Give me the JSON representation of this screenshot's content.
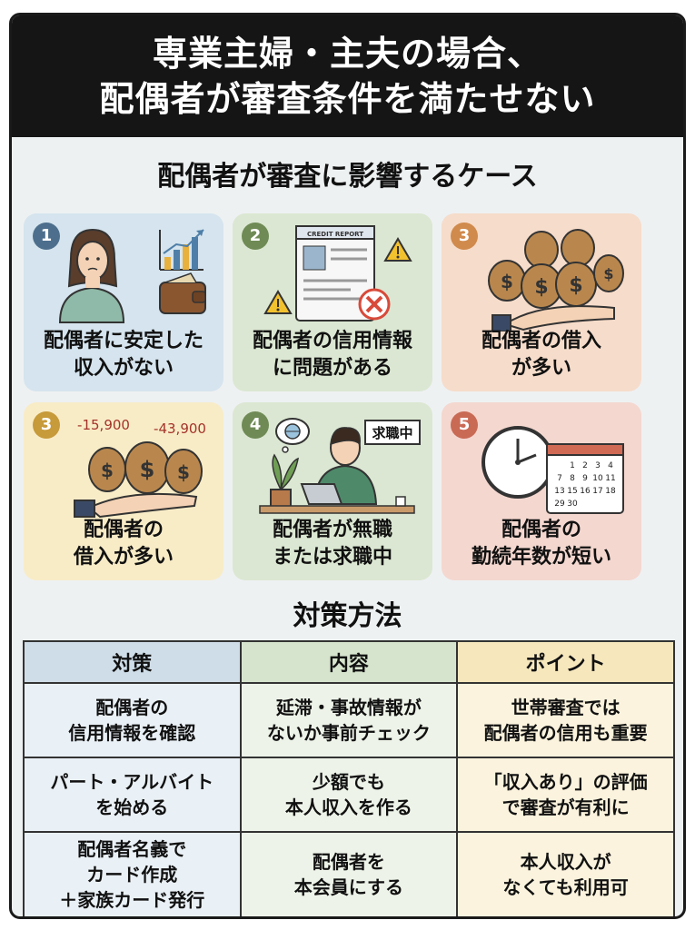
{
  "header": {
    "line1": "専業主婦・主夫の場合、",
    "line2": "配偶者が審査条件を満たせない"
  },
  "cases_section": {
    "title": "配偶者が審査に影響するケース",
    "cards": [
      {
        "badge": "1",
        "label_lines": [
          "配偶者に安定した",
          "収入がない"
        ],
        "color": "#d5e4ee"
      },
      {
        "badge": "2",
        "label_lines": [
          "配偶者の信用情報",
          "に問題がある"
        ],
        "illustration_text": "CREDIT REPORT",
        "color": "#dbe7d2"
      },
      {
        "badge": "3",
        "label_lines": [
          "配偶者の借入",
          "が多い"
        ],
        "color": "#f6dcca"
      },
      {
        "badge": "3",
        "label_lines": [
          "配偶者の",
          "借入が多い"
        ],
        "illustration_text": [
          "-15,900",
          "-43,900"
        ],
        "color": "#f8ecc7"
      },
      {
        "badge": "4",
        "label_lines": [
          "配偶者が無職",
          "または求職中"
        ],
        "illustration_text": "求職中",
        "color": "#dbe7d2"
      },
      {
        "badge": "5",
        "label_lines": [
          "配偶者の",
          "勤続年数が短い"
        ],
        "calendar_numbers": [
          [
            "1",
            "2",
            "3",
            "4"
          ],
          [
            "7",
            "8",
            "9",
            "10",
            "11"
          ],
          [
            "13",
            "15",
            "16",
            "17",
            "18"
          ],
          [
            "29",
            "30"
          ]
        ],
        "color": "#f4d7cf"
      }
    ]
  },
  "measures_section": {
    "title": "対策方法",
    "headers": [
      "対策",
      "内容",
      "ポイント"
    ],
    "rows": [
      {
        "measure": [
          "配偶者の",
          "信用情報を確認"
        ],
        "content": [
          "延滞・事故情報が",
          "ないか事前チェック"
        ],
        "point": [
          "世帯審査では",
          "配偶者の信用も重要"
        ]
      },
      {
        "measure": [
          "パート・アルバイト",
          "を始める"
        ],
        "content": [
          "少額でも",
          "本人収入を作る"
        ],
        "point": [
          "「収入あり」の評価",
          "で審査が有利に"
        ]
      },
      {
        "measure": [
          "配偶者名義で",
          "カード作成",
          "＋家族カード発行"
        ],
        "content": [
          "配偶者を",
          "本会員にする"
        ],
        "point": [
          "本人収入が",
          "なくても利用可"
        ]
      }
    ]
  },
  "icons": [
    "woman-icon",
    "wallet-icon",
    "bar-chart-icon",
    "credit-report-icon",
    "warning-icon",
    "x-mark-icon",
    "money-bags-icon",
    "hand-icon",
    "globe-thought-icon",
    "laptop-man-icon",
    "plant-icon",
    "clock-icon",
    "calendar-icon"
  ]
}
